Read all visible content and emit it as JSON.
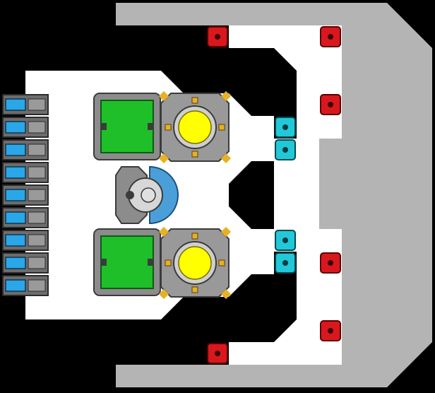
{
  "colors": {
    "background": "#000000",
    "hull": "#b4b4b4",
    "floor": "#ffffff",
    "green_module": "#1fbf2a",
    "yellow_core": "#ffff00",
    "red_node": "#d9181e",
    "cyan_node": "#22c8d8",
    "blue_bar": "#2aa7e8",
    "metal": "#8c8c8c",
    "dark_metal": "#3b3b3b",
    "gold_corner": "#e7b126"
  },
  "icons": {
    "red_node": "red-hardpoint-icon",
    "cyan_node": "cyan-connector-icon",
    "cell": "battery-cell-icon",
    "core": "reactor-core-icon",
    "module": "green-module-icon",
    "turret": "turret-icon"
  },
  "counts": {
    "battery_cells": 9,
    "reactors": 2,
    "green_modules": 2,
    "cyan_nodes": 4,
    "red_nodes": 6
  }
}
